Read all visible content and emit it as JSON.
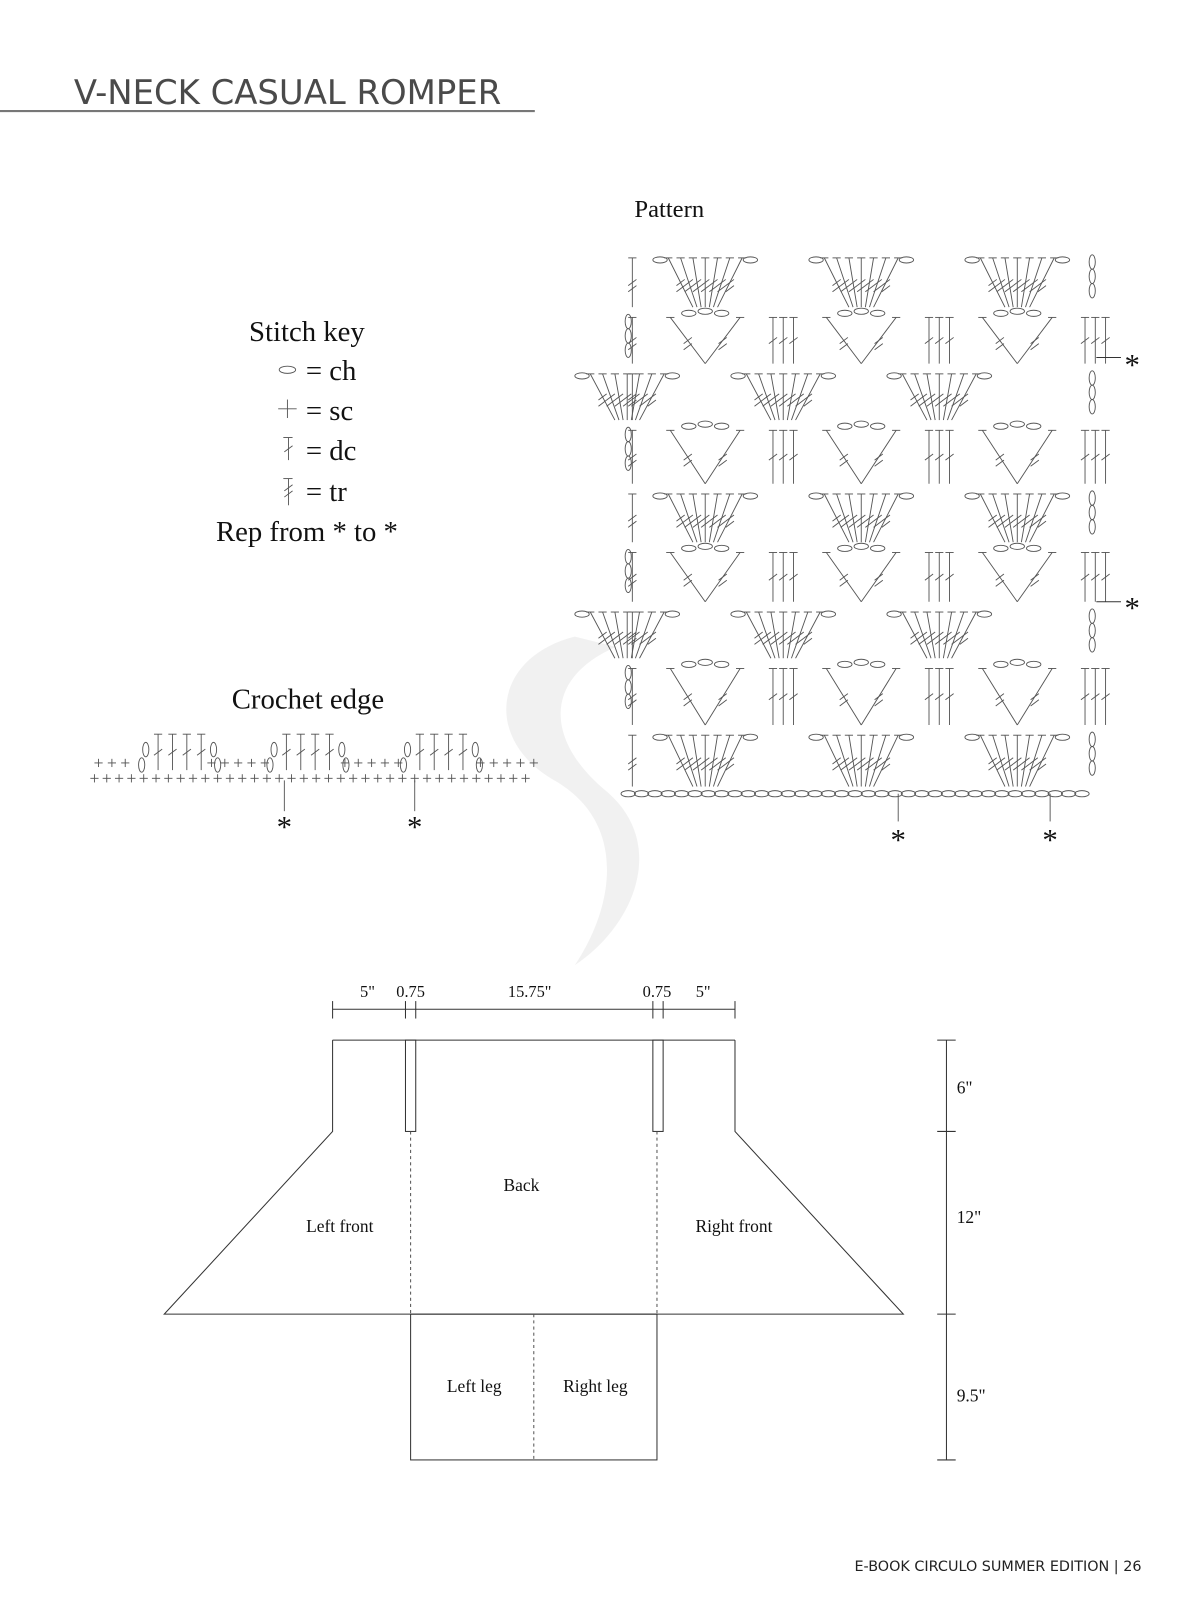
{
  "header": {
    "title": "V-NECK CASUAL ROMPER"
  },
  "stitch_key": {
    "heading": "Stitch key",
    "items": [
      {
        "icon": "chain-symbol-icon",
        "label": "= ch"
      },
      {
        "icon": "single-crochet-symbol-icon",
        "label": "= sc"
      },
      {
        "icon": "double-crochet-symbol-icon",
        "label": "= dc"
      },
      {
        "icon": "treble-crochet-symbol-icon",
        "label": "= tr"
      }
    ],
    "repeat": "Rep from * to *"
  },
  "crochet_edge": {
    "heading": "Crochet edge",
    "markers": [
      "*",
      "*"
    ]
  },
  "pattern": {
    "heading": "Pattern",
    "markers": [
      "*",
      "*",
      "*",
      "*"
    ]
  },
  "schematic": {
    "width_labels": [
      "5\"",
      "0.75",
      "15.75\"",
      "0.75",
      "5\""
    ],
    "height_labels": [
      "6\"",
      "12\"",
      "9.5\""
    ],
    "pieces": {
      "back": "Back",
      "left_front": "Left front",
      "right_front": "Right front",
      "left_leg": "Left leg",
      "right_leg": "Right leg"
    }
  },
  "footer": {
    "text": "E-BOOK CIRCULO SUMMER EDITION | 26"
  }
}
